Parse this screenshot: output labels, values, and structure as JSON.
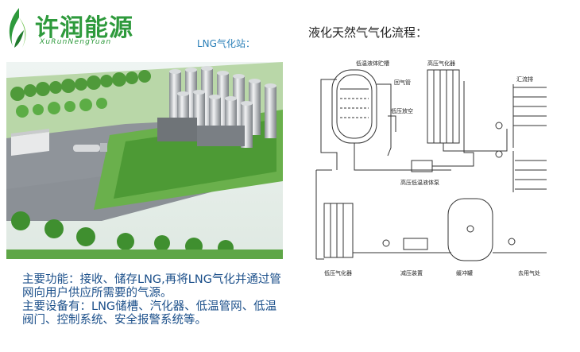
{
  "logo": {
    "name": "许润能源",
    "subtitle": "XuRunNengYuan",
    "icon": "flame-leaf-icon",
    "color": "#2e9a3c"
  },
  "station": {
    "title": "LNG气化站："
  },
  "process": {
    "title": "液化天然气气化流程：",
    "labels": {
      "tank": "低温液体贮槽",
      "return_pipe": "回气管",
      "vent": "低压放空",
      "hp_vaporizer": "高压气化器",
      "manifold": "汇流排",
      "pump": "高压低温液体泵",
      "lp_vaporizer": "低压气化器",
      "reducer": "减压装置",
      "buffer": "缓冲罐",
      "outlet": "去用气处"
    }
  },
  "description": {
    "line1": "主要功能：接收、储存LNG,再将LNG气化并通过管网向用户供应所需要的气源。",
    "line2": "主要设备有：LNG储槽、汽化器、低温管网、低温阀门、控制系统、安全报警系统等。"
  },
  "colors": {
    "accent_blue": "#1b4f8a",
    "title_blue": "#2a7fb8",
    "brand_green": "#2e9a3c"
  }
}
